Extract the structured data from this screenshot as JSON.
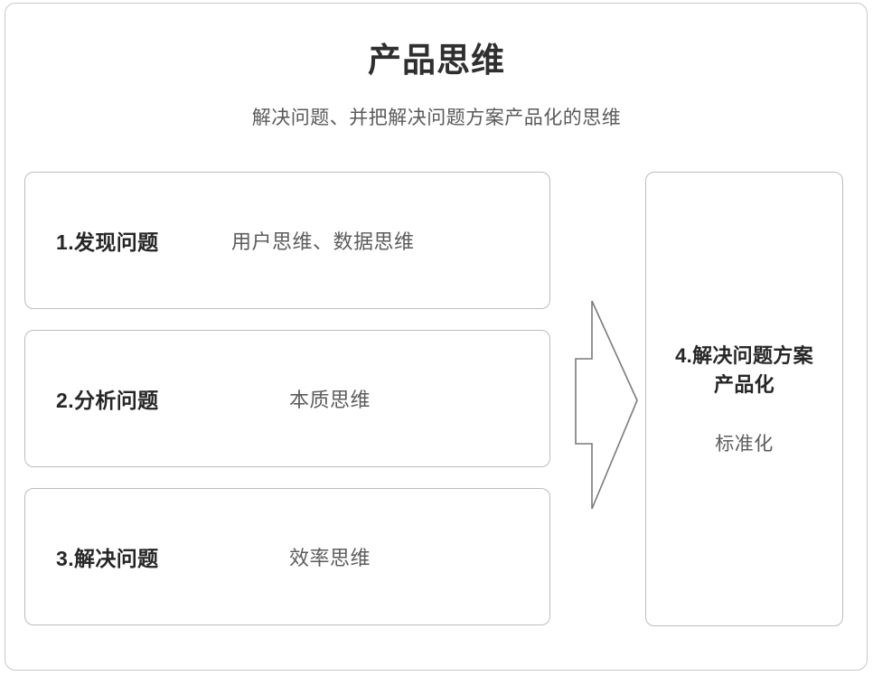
{
  "frame": {
    "border_color": "#c9c9c9",
    "background": "#ffffff"
  },
  "header": {
    "title": "产品思维",
    "subtitle": "解决问题、并把解决问题方案产品化的思维",
    "title_color": "#2f2f2f",
    "subtitle_color": "#5a5a5a"
  },
  "steps": [
    {
      "label": "1.发现问题",
      "value": "用户思维、数据思维"
    },
    {
      "label": "2.分析问题",
      "value": "本质思维"
    },
    {
      "label": "3.解决问题",
      "value": "效率思维"
    }
  ],
  "arrow": {
    "icon": "right-arrow-icon",
    "direction": "right",
    "stroke_color": "#7a7a7a",
    "fill": "none"
  },
  "outcome": {
    "title_line1": "4.解决问题方案",
    "title_line2": "产品化",
    "subtitle": "标准化",
    "title_color": "#262626",
    "subtitle_color": "#5c5c5c"
  },
  "theme": {
    "box_border": "#bdbdbd",
    "label_color": "#262626",
    "value_color": "#5c5c5c"
  }
}
